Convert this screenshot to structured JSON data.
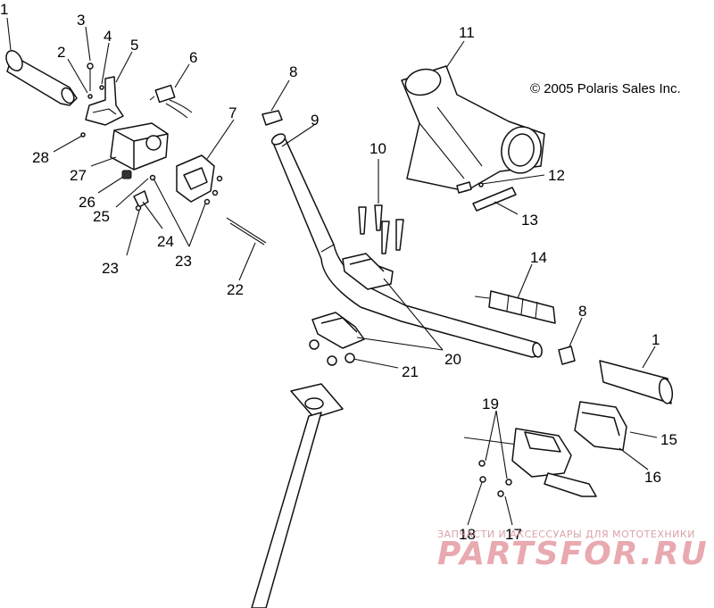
{
  "copyright": "© 2005 Polaris Sales Inc.",
  "watermark": {
    "tagline": "ЗАПЧАСТИ И АКСЕССУАРЫ ДЛЯ МОТОТЕХНИКИ",
    "logo": "PARTSFOR.RU"
  },
  "callouts": {
    "c1a": "1",
    "c2": "2",
    "c3": "3",
    "c4": "4",
    "c5": "5",
    "c6": "6",
    "c7": "7",
    "c8a": "8",
    "c9": "9",
    "c10": "10",
    "c11": "11",
    "c12": "12",
    "c13": "13",
    "c14": "14",
    "c8b": "8",
    "c1b": "1",
    "c15": "15",
    "c16": "16",
    "c17": "17",
    "c18": "18",
    "c19": "19",
    "c20": "20",
    "c21": "21",
    "c22": "22",
    "c23a": "23",
    "c23b": "23",
    "c24": "24",
    "c25": "25",
    "c26": "26",
    "c27": "27",
    "c28": "28"
  }
}
